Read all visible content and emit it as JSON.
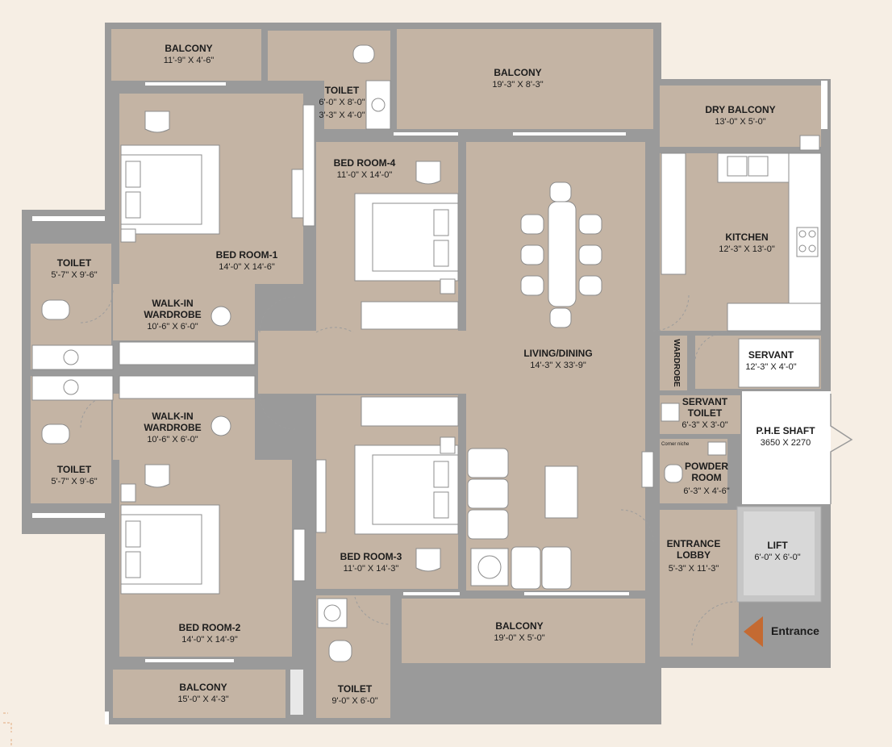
{
  "rooms": {
    "balcony_1": {
      "name": "BALCONY",
      "dim": "11'-9\" X 4'-6\""
    },
    "balcony_2": {
      "name": "BALCONY",
      "dim": "19'-3\" X 8'-3\""
    },
    "dry_balcony": {
      "name": "DRY BALCONY",
      "dim": "13'-0\" X 5'-0\""
    },
    "toilet_top": {
      "name": "TOILET",
      "dim": "6'-0\" X 8'-0\"",
      "dim2": "3'-3\" X 4'-0\""
    },
    "bedroom_4": {
      "name": "BED ROOM-4",
      "dim": "11'-0\" X 14'-0\""
    },
    "bedroom_1": {
      "name": "BED ROOM-1",
      "dim": "14'-0\" X 14'-6\""
    },
    "kitchen": {
      "name": "KITCHEN",
      "dim": "12'-3\" X 13'-0\""
    },
    "toilet_left_upper": {
      "name": "TOILET",
      "dim": "5'-7\" X 9'-6\""
    },
    "walkin_1": {
      "name1": "WALK-IN",
      "name2": "WARDROBE",
      "dim": "10'-6\" X 6'-0\""
    },
    "living": {
      "name": "LIVING/DINING",
      "dim": "14'-3\" X 33'-9\""
    },
    "wardrobe": {
      "name": "WARDROBE"
    },
    "servant": {
      "name": "SERVANT",
      "dim": "12'-3\" X 4'-0\""
    },
    "servant_toilet": {
      "name1": "SERVANT",
      "name2": "TOILET",
      "dim": "6'-3\" X 3'-0\""
    },
    "phe_shaft": {
      "name": "P.H.E SHAFT",
      "dim": "3650 X 2270"
    },
    "walkin_2": {
      "name1": "WALK-IN",
      "name2": "WARDROBE",
      "dim": "10'-6\" X 6'-0\""
    },
    "corner_niche": {
      "name": "Corner niche"
    },
    "powder_room": {
      "name1": "POWDER",
      "name2": "ROOM",
      "dim": "6'-3\" X 4'-6\""
    },
    "toilet_left_lower": {
      "name": "TOILET",
      "dim": "5'-7\" X 9'-6\""
    },
    "lift": {
      "name": "LIFT",
      "dim": "6'-0\" X 6'-0\""
    },
    "entrance_lobby": {
      "name1": "ENTRANCE",
      "name2": "LOBBY",
      "dim": "5'-3\" X 11'-3\""
    },
    "bedroom_3": {
      "name": "BED ROOM-3",
      "dim": "11'-0\" X 14'-3\""
    },
    "balcony_3": {
      "name": "BALCONY",
      "dim": "19'-0\" X 5'-0\""
    },
    "bedroom_2": {
      "name": "BED ROOM-2",
      "dim": "14'-0\" X 14'-9\""
    },
    "balcony_4": {
      "name": "BALCONY",
      "dim": "15'-0\" X 4'-3\""
    },
    "toilet_bottom": {
      "name": "TOILET",
      "dim": "9'-0\" X 6'-0\""
    }
  },
  "entrance": {
    "label": "Entrance"
  },
  "colors": {
    "floor": "#c4b4a4",
    "wall": "#9a9a9a",
    "background": "#f6eee4",
    "entrance_arrow": "#c46a32"
  },
  "icons": [
    "bed-icon",
    "toilet-icon",
    "wash-basin-icon",
    "dining-chair-icon",
    "sofa-icon",
    "kitchen-sink-icon",
    "stove-icon"
  ]
}
